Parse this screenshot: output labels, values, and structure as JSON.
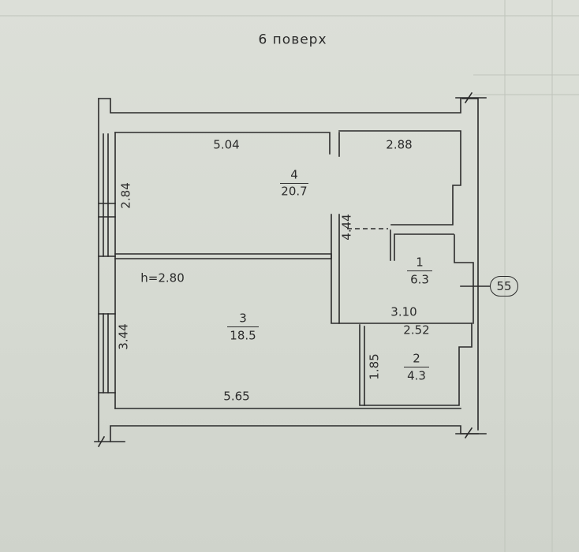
{
  "title": "6 поверх",
  "height_note": "h=2.80",
  "axis_marker": "55",
  "rooms": [
    {
      "number": "4",
      "area": "20.7"
    },
    {
      "number": "3",
      "area": "18.5"
    },
    {
      "number": "1",
      "area": "6.3"
    },
    {
      "number": "2",
      "area": "4.3"
    }
  ],
  "dimensions": {
    "top_left": "5.04",
    "top_right": "2.88",
    "left_upper": "2.84",
    "left_lower": "3.44",
    "hall_depth": "4.44",
    "hall_width": "3.10",
    "bath_width": "2.52",
    "bath_depth": "1.85",
    "bottom": "5.65"
  }
}
